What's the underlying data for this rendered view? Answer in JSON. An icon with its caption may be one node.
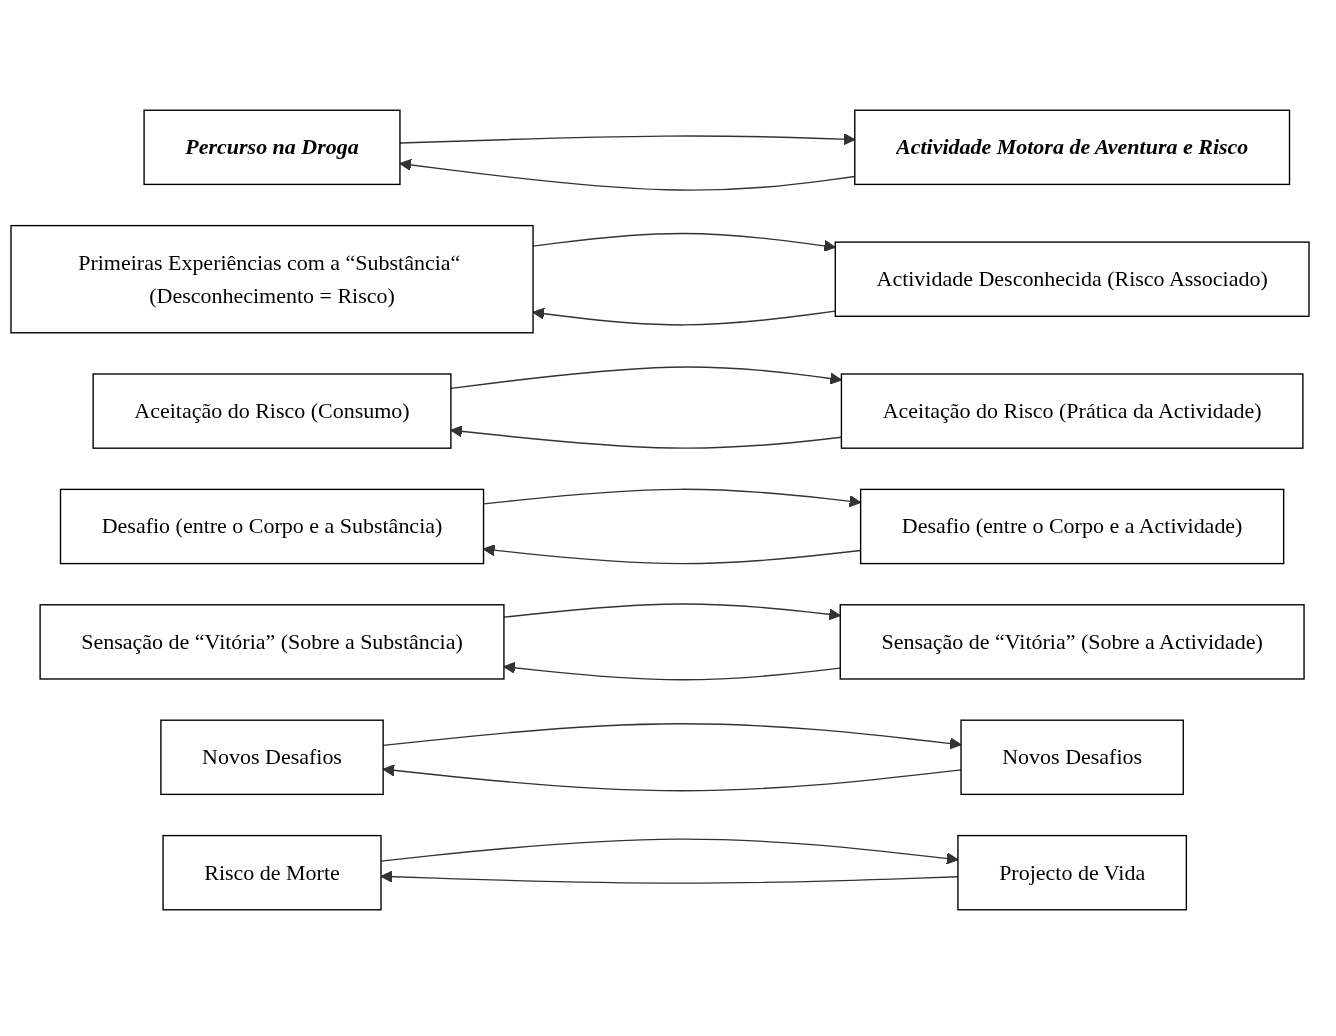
{
  "diagram": {
    "nodes": [
      {
        "text": [
          "Percurso na Droga"
        ]
      },
      {
        "text": [
          "Actividade Motora de Aventura e Risco"
        ]
      },
      {
        "text": [
          "Primeiras Experiências com a “Substância“ (Desconhecimento = Risco)"
        ]
      },
      {
        "text": [
          "Actividade Desconhecida (Risco Associado)"
        ]
      },
      {
        "text": [
          "Aceitação do Risco (Consumo)"
        ]
      },
      {
        "text": [
          "Aceitação do Risco (Prática da Actividade)"
        ]
      },
      {
        "text": [
          "Desafio (entre o Corpo e a Substância)"
        ]
      },
      {
        "text": [
          "Desafio (entre o Corpo e a Actividade)"
        ]
      },
      {
        "text": [
          "Sensação de “Vitória” (Sobre a Substância)"
        ]
      },
      {
        "text": [
          "Sensação de “Vitória” (Sobre a Actividade)"
        ]
      },
      {
        "text": [
          "Novos Desafios"
        ]
      },
      {
        "text": [
          "Novos Desafios"
        ]
      },
      {
        "text": [
          "Risco de Morte"
        ]
      },
      {
        "text": [
          "Projecto de Vida"
        ]
      }
    ],
    "edges": [
      {
        "from": 0,
        "to": 1,
        "arrow": "to"
      },
      {
        "from": 1,
        "to": 0,
        "arrow": "to"
      },
      {
        "from": 2,
        "to": 3,
        "arrow": "to"
      },
      {
        "from": 3,
        "to": 2,
        "arrow": "to"
      },
      {
        "from": 4,
        "to": 5,
        "arrow": "to"
      },
      {
        "from": 5,
        "to": 4,
        "arrow": "to"
      },
      {
        "from": 6,
        "to": 7,
        "arrow": "to"
      },
      {
        "from": 7,
        "to": 6,
        "arrow": "to"
      },
      {
        "from": 8,
        "to": 9,
        "arrow": "to"
      },
      {
        "from": 9,
        "to": 8,
        "arrow": "to"
      },
      {
        "from": 10,
        "to": 11,
        "arrow": "to"
      },
      {
        "from": 11,
        "to": 10,
        "arrow": "to"
      },
      {
        "from": 13,
        "to": 12,
        "arrow": "to"
      },
      {
        "from": 12,
        "to": 13,
        "arrow": "to"
      }
    ]
  }
}
